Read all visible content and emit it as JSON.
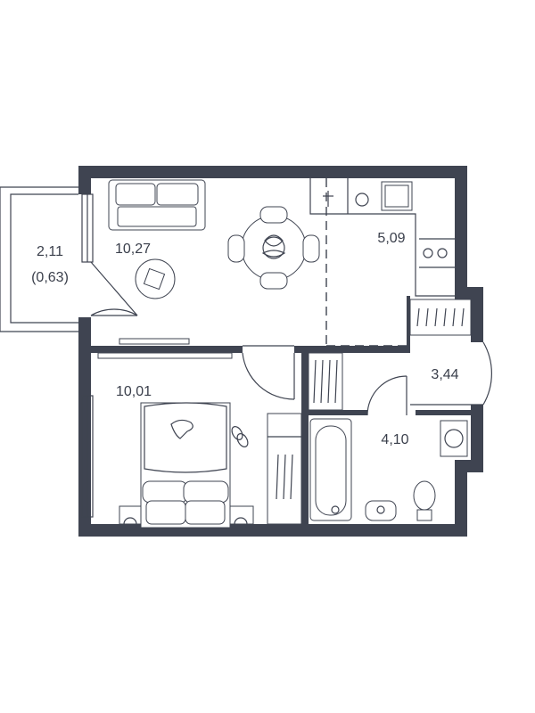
{
  "floorplan": {
    "rooms": [
      {
        "id": "balcony",
        "area": "2,11",
        "sub": "(0,63)"
      },
      {
        "id": "living",
        "area": "10,27"
      },
      {
        "id": "kitchen",
        "area": "5,09"
      },
      {
        "id": "bedroom",
        "area": "10,01"
      },
      {
        "id": "hall",
        "area": "3,44"
      },
      {
        "id": "bathroom",
        "area": "4,10"
      }
    ]
  },
  "colors": {
    "wall": "#3f4451",
    "line": "#3f4451",
    "background": "#ffffff"
  }
}
